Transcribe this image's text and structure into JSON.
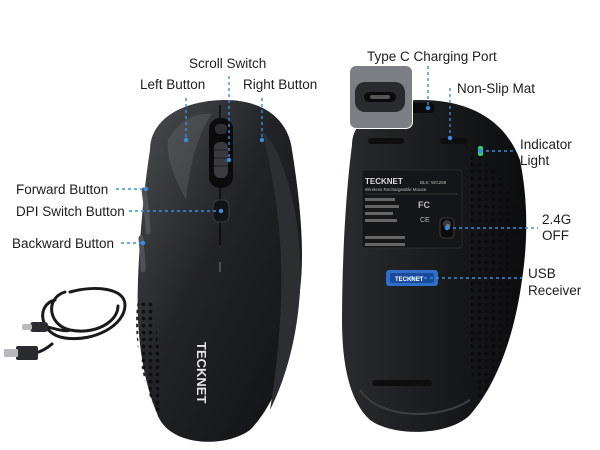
{
  "labels": {
    "scroll_switch": "Scroll Switch",
    "left_button": "Left Button",
    "right_button": "Right Button",
    "forward_button": "Forward Button",
    "dpi_switch_button": "DPI Switch Button",
    "backward_button": "Backward Button",
    "type_c_port": "Type C Charging Port",
    "non_slip_mat": "Non-Slip Mat",
    "indicator_light_line1": "Indicator",
    "indicator_light_line2": "Light",
    "power_line1": "2.4G",
    "power_line2": "OFF",
    "usb_receiver_line1": "USB",
    "usb_receiver_line2": "Receiver"
  },
  "product": {
    "brand_top": "TECKNET",
    "brand_receiver": "TECKNET",
    "brand_bottom": "TECKNET",
    "model": "BLK: WG258",
    "subtitle": "Wireless Rechargeable Mouse"
  },
  "colors": {
    "callout_line": "#3a8de0",
    "mouse_body": "#1e1f21",
    "mouse_highlight": "#4a4c50",
    "receiver": "#2f6fc7"
  }
}
